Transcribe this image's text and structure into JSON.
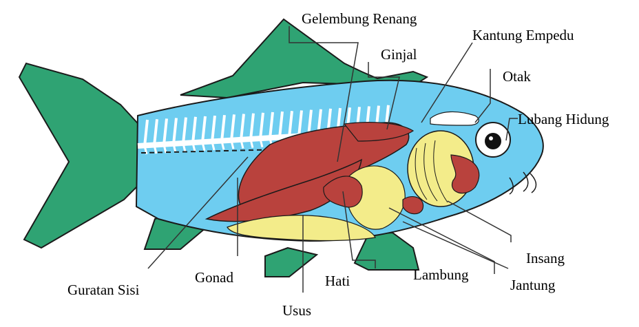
{
  "colors": {
    "body": "#6ecdf0",
    "fin": "#2fa373",
    "muscle": "#b9423d",
    "yellow_organ": "#f3ec8a",
    "skeleton": "#ffffff",
    "outline": "#1a1a1a",
    "leader": "#333333",
    "eye": "#111111"
  },
  "labels": {
    "gelembung_renang": "Gelembung Renang",
    "ginjal": "Ginjal",
    "kantung_empedu": "Kantung Empedu",
    "otak": "Otak",
    "lubang_hidung": "Lubang Hidung",
    "insang": "Insang",
    "jantung": "Jantung",
    "lambung": "Lambung",
    "hati": "Hati",
    "usus": "Usus",
    "gonad": "Gonad",
    "guratan_sisi": "Guratan Sisi"
  }
}
